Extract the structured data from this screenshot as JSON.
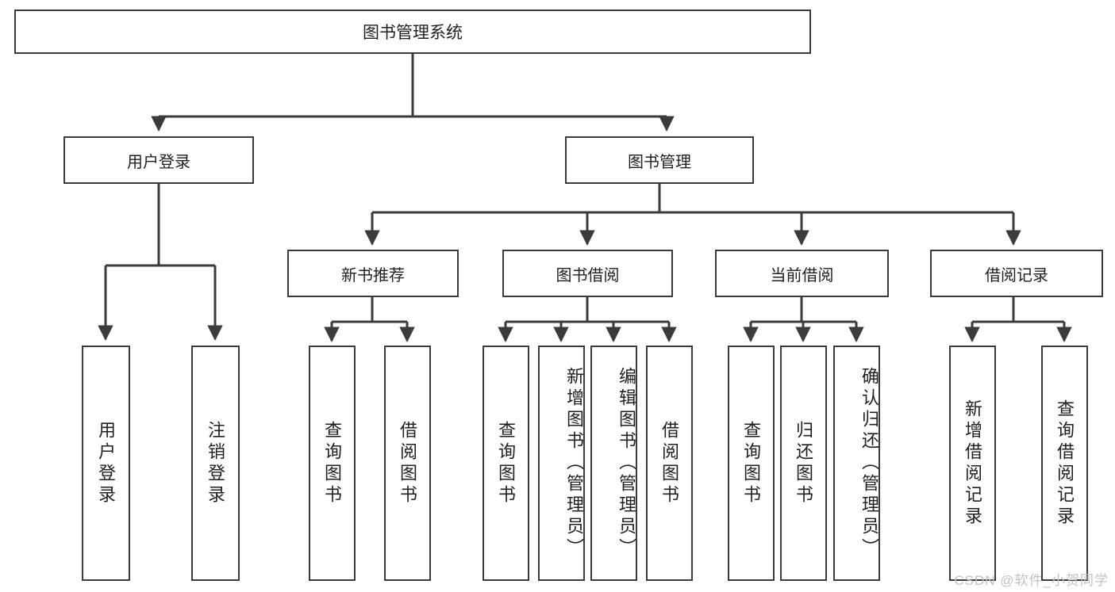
{
  "diagram": {
    "title": "图书管理系统",
    "type": "tree",
    "stroke_color": "#3b3b3b",
    "fill_color": "#ffffff",
    "text_color": "#1f1f1f",
    "watermark": "CSDN @软件_小贺同学",
    "nodes": {
      "root": {
        "label": "图书管理系统"
      },
      "level2": [
        {
          "id": "user-login",
          "label": "用户登录"
        },
        {
          "id": "book-manage",
          "label": "图书管理"
        }
      ],
      "level3": [
        {
          "id": "new-book-recommend",
          "label": "新书推荐"
        },
        {
          "id": "book-borrow",
          "label": "图书借阅"
        },
        {
          "id": "current-borrow",
          "label": "当前借阅"
        },
        {
          "id": "borrow-record",
          "label": "借阅记录"
        }
      ],
      "leaves": {
        "user-login": [
          {
            "id": "leaf-user-login",
            "label": "用户登录"
          },
          {
            "id": "leaf-user-logout",
            "label": "注销登录"
          }
        ],
        "new-book-recommend": [
          {
            "id": "leaf-query-book-1",
            "label": "查询图书"
          },
          {
            "id": "leaf-borrow-book-1",
            "label": "借阅图书"
          }
        ],
        "book-borrow": [
          {
            "id": "leaf-query-book-2",
            "label": "查询图书"
          },
          {
            "id": "leaf-add-book",
            "label": "新增图书（管理员）"
          },
          {
            "id": "leaf-edit-book",
            "label": "编辑图书（管理员）"
          },
          {
            "id": "leaf-borrow-book-2",
            "label": "借阅图书"
          }
        ],
        "current-borrow": [
          {
            "id": "leaf-query-book-3",
            "label": "查询图书"
          },
          {
            "id": "leaf-return-book",
            "label": "归还图书"
          },
          {
            "id": "leaf-confirm-return",
            "label": "确认归还（管理员）"
          }
        ],
        "borrow-record": [
          {
            "id": "leaf-add-record",
            "label": "新增借阅记录"
          },
          {
            "id": "leaf-query-record",
            "label": "查询借阅记录"
          }
        ]
      }
    }
  }
}
